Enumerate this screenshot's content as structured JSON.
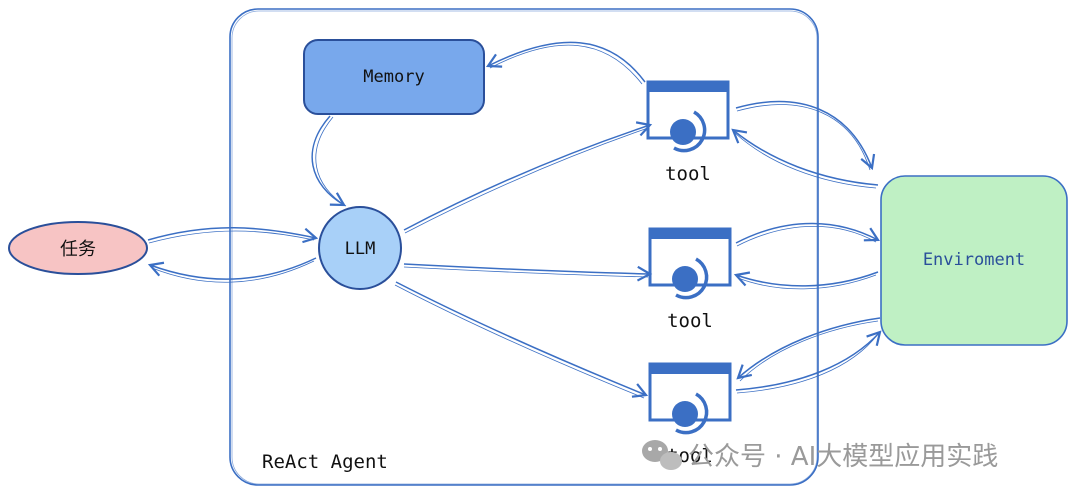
{
  "diagram": {
    "container_label": "ReAct Agent",
    "task_label": "任务",
    "llm_label": "LLM",
    "memory_label": "Memory",
    "environment_label": "Enviroment",
    "tools": [
      {
        "label": "tool"
      },
      {
        "label": "tool"
      },
      {
        "label": "tool"
      }
    ]
  },
  "watermark": {
    "text": "公众号 · AI大模型应用实践"
  },
  "colors": {
    "stroke": "#3b6fc4",
    "memory_fill": "#78a8ec",
    "llm_fill": "#a8d0f8",
    "task_fill": "#f7c4c4",
    "task_stroke": "#2a4f9a",
    "env_fill": "#bff0c4",
    "tool_fill": "#3b6fc4"
  }
}
